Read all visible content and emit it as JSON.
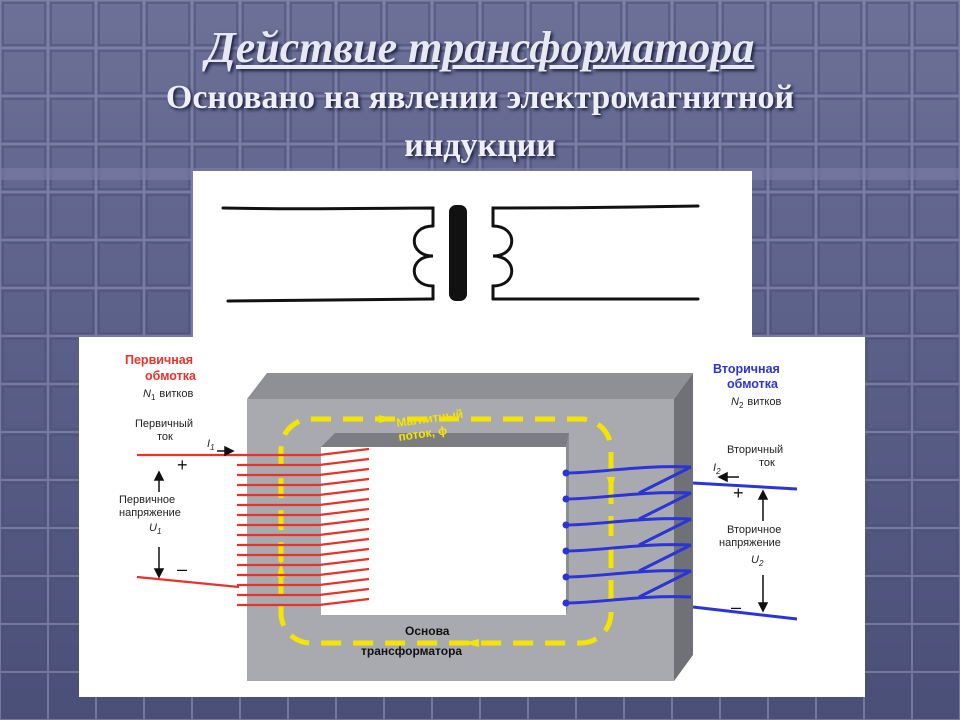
{
  "slide": {
    "title": "Действие трансформатора",
    "subtitle_line1": "Основано на явлении электромагнитной",
    "subtitle_line2": "индукции"
  },
  "diagram": {
    "primary_winding": {
      "line1": "Первичная",
      "line2": "обмотка",
      "turns_symbol": "N",
      "turns_sub": "1",
      "turns_word": "витков"
    },
    "secondary_winding": {
      "line1": "Вторичная",
      "line2": "обмотка",
      "turns_symbol": "N",
      "turns_sub": "2",
      "turns_word": "витков"
    },
    "primary_current": {
      "line1": "Первичный",
      "line2": "ток",
      "symbol": "I",
      "sub": "1"
    },
    "secondary_current": {
      "line1": "Вторичный",
      "line2": "ток",
      "symbol": "I",
      "sub": "2"
    },
    "primary_voltage": {
      "line1": "Первичное",
      "line2": "напряжение",
      "symbol": "U",
      "sub": "1"
    },
    "secondary_voltage": {
      "line1": "Вторичное",
      "line2": "напряжение",
      "symbol": "U",
      "sub": "2"
    },
    "plus": "+",
    "minus": "–",
    "flux": {
      "line1": "Магнитный",
      "line2": "поток, ϕ"
    },
    "core": {
      "line1": "Основа",
      "line2": "трансформатора"
    },
    "colors": {
      "primary": "#e8322a",
      "secondary": "#2b34d6",
      "flux": "#f5e400",
      "core": "#a9aaaf"
    }
  }
}
